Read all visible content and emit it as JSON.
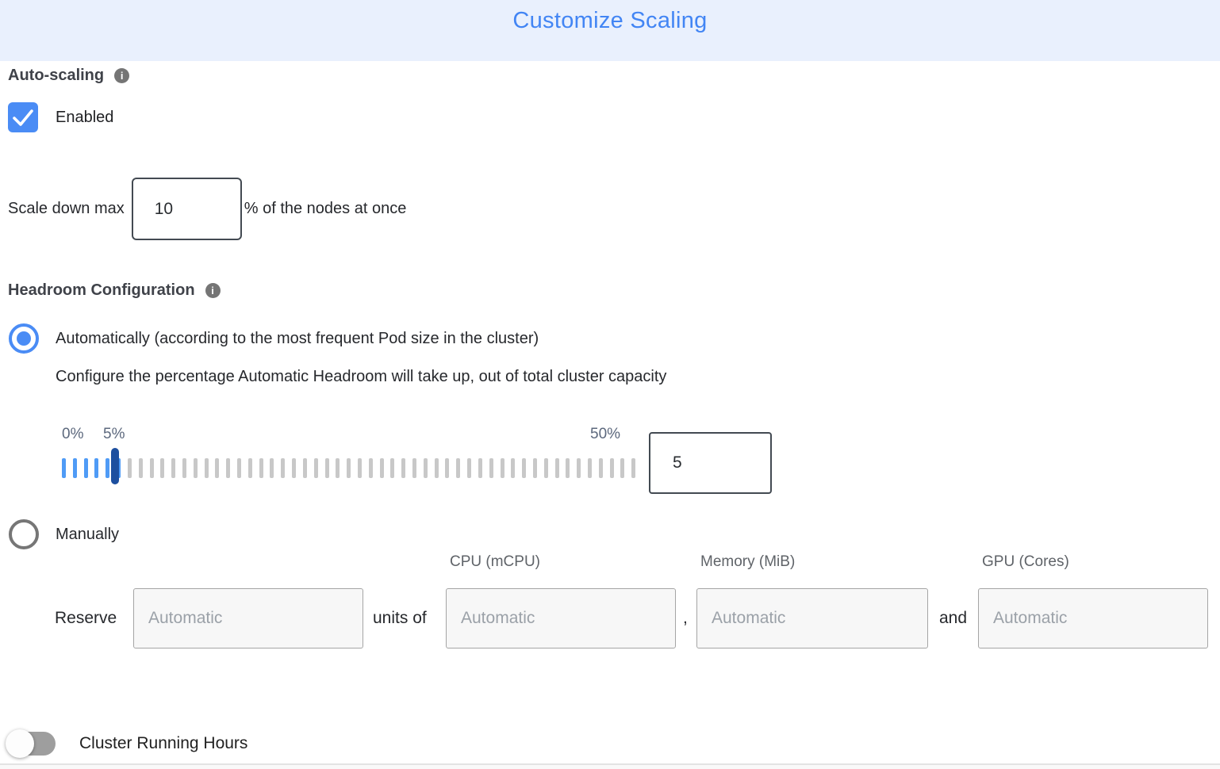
{
  "header": {
    "title": "Customize Scaling"
  },
  "icons": {
    "info_glyph": "i"
  },
  "auto_scaling": {
    "section_label": "Auto-scaling",
    "enabled_label": "Enabled",
    "checked": true
  },
  "scale_down": {
    "prefix": "Scale down max",
    "value": "10",
    "suffix": "% of the nodes at once"
  },
  "headroom": {
    "section_label": "Headroom Configuration",
    "automatic_option_label": "Automatically (according to the most frequent Pod size in the cluster)",
    "automatic_selected": true,
    "automatic_description": "Configure the percentage Automatic Headroom will take up, out of total cluster capacity",
    "slider": {
      "min_label": "0%",
      "current_label": "5%",
      "max_label": "50%",
      "value": "5",
      "total_ticks": 53,
      "active_ticks": 6
    },
    "manual_option_label": "Manually",
    "manual_selected": false
  },
  "manual_headroom": {
    "column_headers": [
      "CPU (mCPU)",
      "Memory (MiB)",
      "GPU (Cores)"
    ],
    "reserve_label": "Reserve",
    "units_of_label": "units of",
    "comma_label": ",",
    "and_label": "and",
    "placeholder": "Automatic"
  },
  "cluster_running_hours": {
    "label": "Cluster Running Hours",
    "enabled": false
  },
  "colors": {
    "header_background": "#e9f0fd",
    "title_blue": "#4285f4",
    "accent_blue": "#4a8cf5",
    "slider_tick_blue": "#4f9bf6",
    "slider_handle_blue": "#1d4f9f",
    "slider_tick_gray": "#c8c8c8",
    "toggle_off_gray": "#9e9e9e"
  }
}
